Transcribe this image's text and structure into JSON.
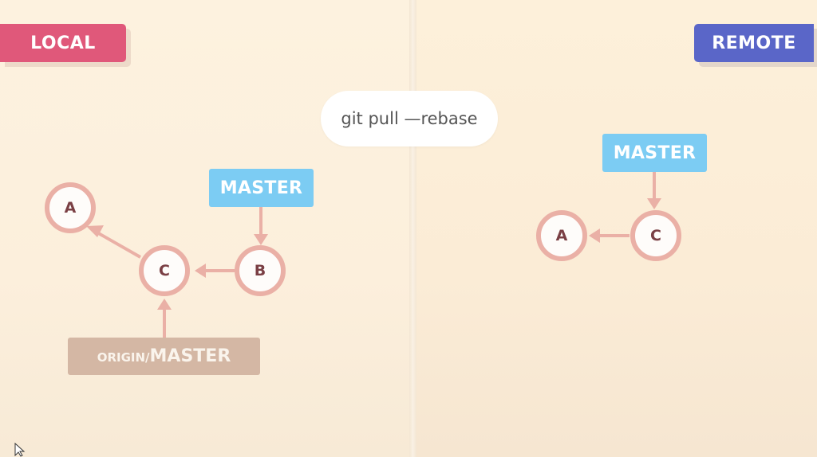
{
  "local": {
    "tag": "LOCAL",
    "master_label": "MASTER",
    "origin_prefix": "ORIGIN/",
    "origin_main": "MASTER",
    "nodes": [
      "A",
      "C",
      "B"
    ]
  },
  "remote": {
    "tag": "REMOTE",
    "master_label": "MASTER",
    "nodes": [
      "A",
      "C"
    ]
  },
  "command": "git pull —rebase",
  "colors": {
    "local_tag": "#e0587a",
    "remote_tag": "#5a66c8",
    "branch_label": "#7cccf3",
    "origin_label": "#d4b7a4",
    "node_border": "#eab0a6",
    "arrow": "#eab0a6",
    "node_text": "#7a3f44"
  }
}
